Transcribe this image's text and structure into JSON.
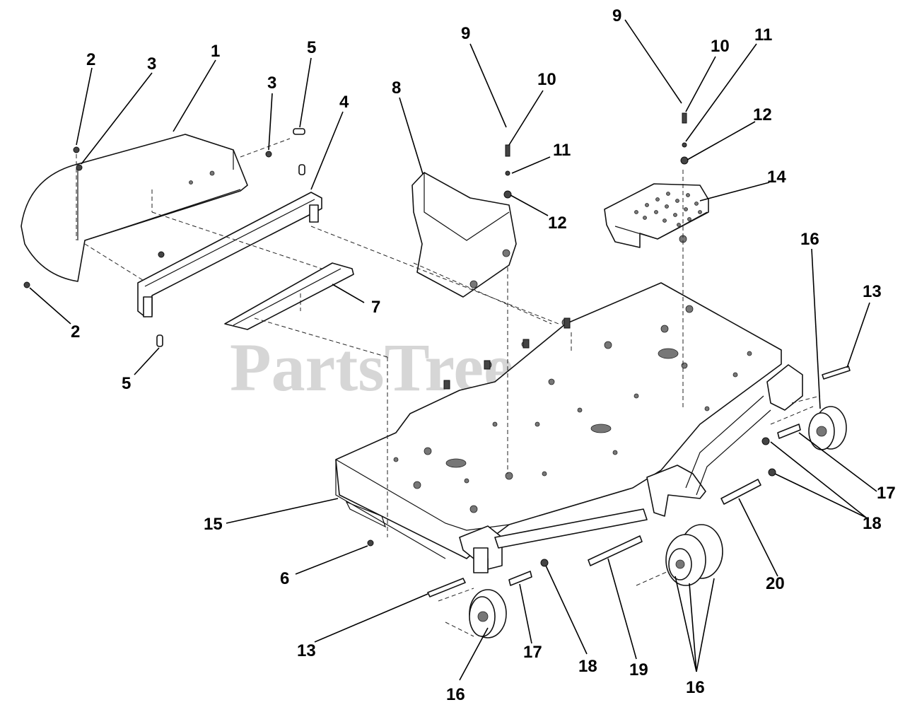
{
  "watermark": "PartsTree",
  "callouts": {
    "c1": "1",
    "c2a": "2",
    "c2b": "2",
    "c3a": "3",
    "c3b": "3",
    "c4": "4",
    "c5a": "5",
    "c5b": "5",
    "c6": "6",
    "c7": "7",
    "c8": "8",
    "c9a": "9",
    "c9b": "9",
    "c10a": "10",
    "c10b": "10",
    "c11a": "11",
    "c11b": "11",
    "c12a": "12",
    "c12b": "12",
    "c13a": "13",
    "c13b": "13",
    "c14": "14",
    "c15": "15",
    "c16a": "16",
    "c16b": "16",
    "c16c": "16",
    "c17a": "17",
    "c17b": "17",
    "c18a": "18",
    "c18b": "18",
    "c19": "19",
    "c20": "20"
  }
}
